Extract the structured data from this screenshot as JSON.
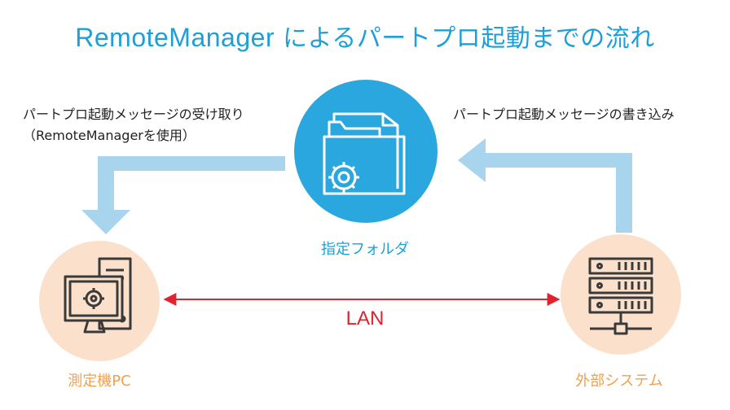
{
  "title": {
    "brand": "RemoteManager",
    "rest": "によるパートプロ起動までの流れ"
  },
  "captions": {
    "left_line1": "パートプロ起動メッセージの受け取り",
    "left_line2": "（RemoteManagerを使用）",
    "right": "パートプロ起動メッセージの書き込み"
  },
  "nodes": {
    "folder": "指定フォルダ",
    "pc": "測定機PC",
    "external": "外部システム"
  },
  "link_label": "LAN",
  "colors": {
    "title": "#1e9fd6",
    "folder_circle": "#2aa7de",
    "arrow": "#a9d4ee",
    "peach_circle": "#fbe1cc",
    "orange_label": "#f0a050",
    "lan": "#e0232e",
    "icon_stroke": "#3a3a3a"
  },
  "icons": {
    "folder": "folder-gear-icon",
    "pc": "computer-gear-icon",
    "external": "server-rack-icon"
  }
}
